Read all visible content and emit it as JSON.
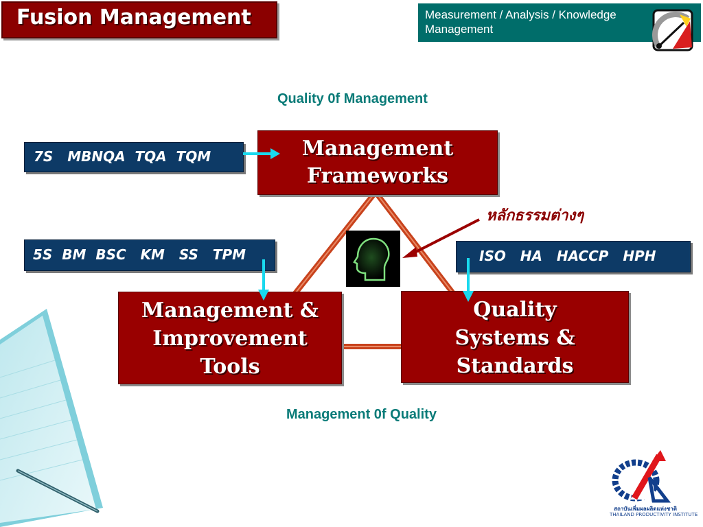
{
  "title": "Fusion Management",
  "header": {
    "text": "Measurement / Analysis / Knowledge Management"
  },
  "labels": {
    "top": "Quality 0f  Management",
    "bottom": "Management 0f Quality",
    "thai": "หลักธรรมต่างๆ"
  },
  "boxes": {
    "frameworks": [
      "Management",
      "Frameworks"
    ],
    "tools": [
      "Management &",
      "Improvement",
      "Tools"
    ],
    "quality": [
      "Quality",
      "Systems &",
      "Standards"
    ]
  },
  "tags": {
    "top_left": "7S   MBNQA  TQA  TQM",
    "mid_left": "5S  BM  BSC   KM   SS   TPM",
    "right": "ISO   HA   HACCP   HPH"
  },
  "logo": {
    "thai_name": "สถาบันเพิ่มผลผลิตแห่งชาติ",
    "english_name": "THAILAND PRODUCTIVITY INSTITUTE"
  },
  "colors": {
    "box_red": "#990000",
    "box_blue": "#0d3a66",
    "header_teal": "#006d6a",
    "label_teal": "#0a7b78",
    "arrow_cyan": "#19d9ee",
    "arrow_red": "#9b0000",
    "triangle_orange": "#c8421c"
  },
  "icons": [
    "gauge-icon",
    "head-silhouette-icon",
    "notepad-pen-icon",
    "tpi-logo"
  ]
}
